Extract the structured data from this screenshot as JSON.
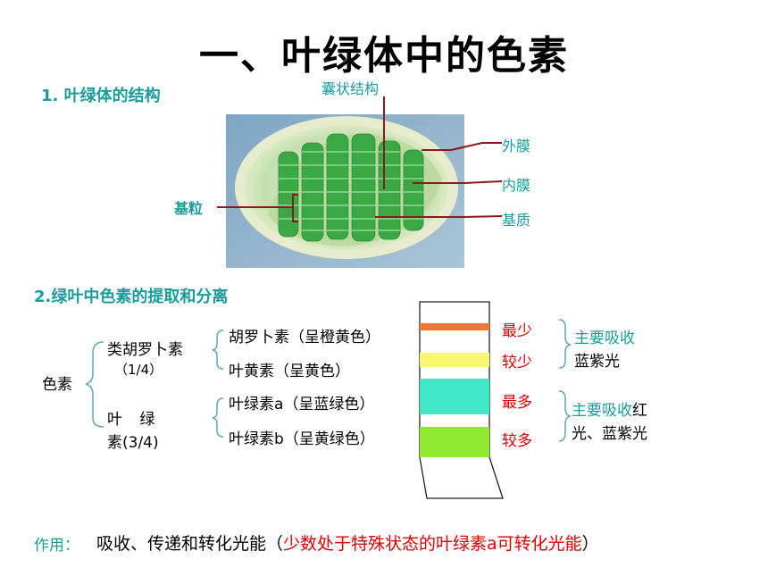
{
  "title": "一、叶绿体中的色素",
  "section1": {
    "heading": "1. 叶绿体的结构",
    "labels": {
      "thylakoid": "囊状结构",
      "outer_membrane": "外膜",
      "inner_membrane": "内膜",
      "grana": "基粒",
      "stroma": "基质"
    }
  },
  "section2": {
    "heading": "2.绿叶中色素的提取和分离",
    "pigment": "色素",
    "carotenoids": "类胡罗卜素",
    "carotenoids_ratio": "（1/4）",
    "chlorophyll_line1": "叶 绿",
    "chlorophyll_line2": "素(3/4)",
    "items": [
      "胡罗卜素（呈橙黄色）",
      "叶黄素（呈黄色）",
      "叶绿素a（呈蓝绿色）",
      "叶绿素b（呈黄绿色）"
    ],
    "amounts": [
      "最少",
      "较少",
      "最多",
      "较多"
    ],
    "absorb1_line1": "主要吸收",
    "absorb1_line2": "蓝紫光",
    "absorb2_prefix": "主要吸收",
    "absorb2_rest1": "红",
    "absorb2_line2": "光、蓝紫光",
    "band_colors": [
      "#f07830",
      "#f8f870",
      "#40e8c8",
      "#90e830"
    ]
  },
  "footer": {
    "label": "作用：",
    "text": "吸收、传递和转化光能（",
    "highlight": "少数处于特殊状态的叶绿素a可转化光能",
    "close": "）"
  }
}
